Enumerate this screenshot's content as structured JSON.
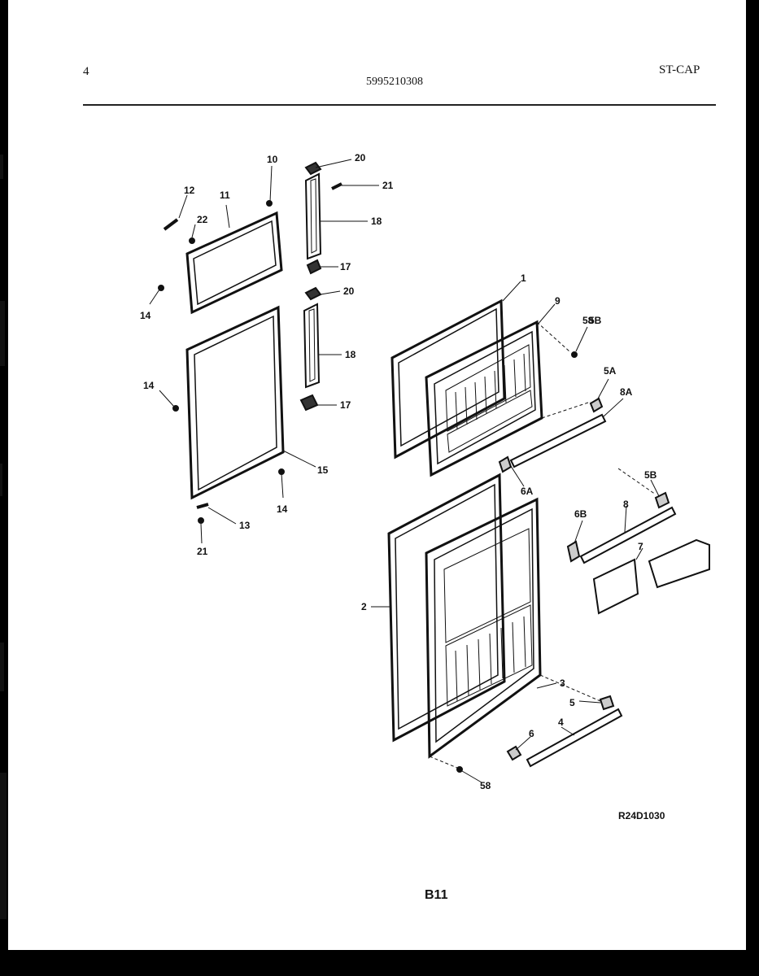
{
  "header": {
    "page_number": "4",
    "part_number": "5995210308",
    "model_code": "ST-CAP"
  },
  "diagram": {
    "callouts": [
      "1",
      "2",
      "3",
      "4",
      "5",
      "5A",
      "5B",
      "5B",
      "6",
      "6A",
      "6B",
      "7",
      "8",
      "8A",
      "9",
      "10",
      "11",
      "12",
      "13",
      "14",
      "14",
      "14",
      "15",
      "17",
      "17",
      "18",
      "18",
      "20",
      "20",
      "21",
      "21",
      "22",
      "58",
      "58"
    ]
  },
  "footer": {
    "diagram_code": "R24D1030",
    "page_code": "B11"
  }
}
